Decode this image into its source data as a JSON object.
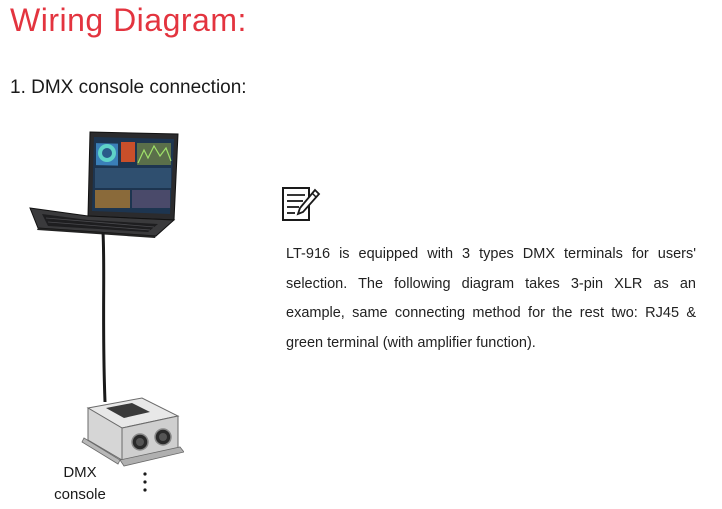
{
  "header": {
    "title": "Wiring Diagram:",
    "subtitle": "1. DMX console connection:"
  },
  "diagram": {
    "device_label_line1": "DMX",
    "device_label_line2": "console",
    "icons": [
      "laptop-icon",
      "dmx-console-icon",
      "note-pencil-icon"
    ]
  },
  "note": {
    "text": "LT-916 is equipped with 3 types DMX terminals for users' selection. The following diagram takes 3-pin XLR as an example, same connecting method for the rest two: RJ45 & green terminal (with amplifier function)."
  },
  "colors": {
    "title_red": "#e3343f",
    "text": "#1a1a1a"
  }
}
